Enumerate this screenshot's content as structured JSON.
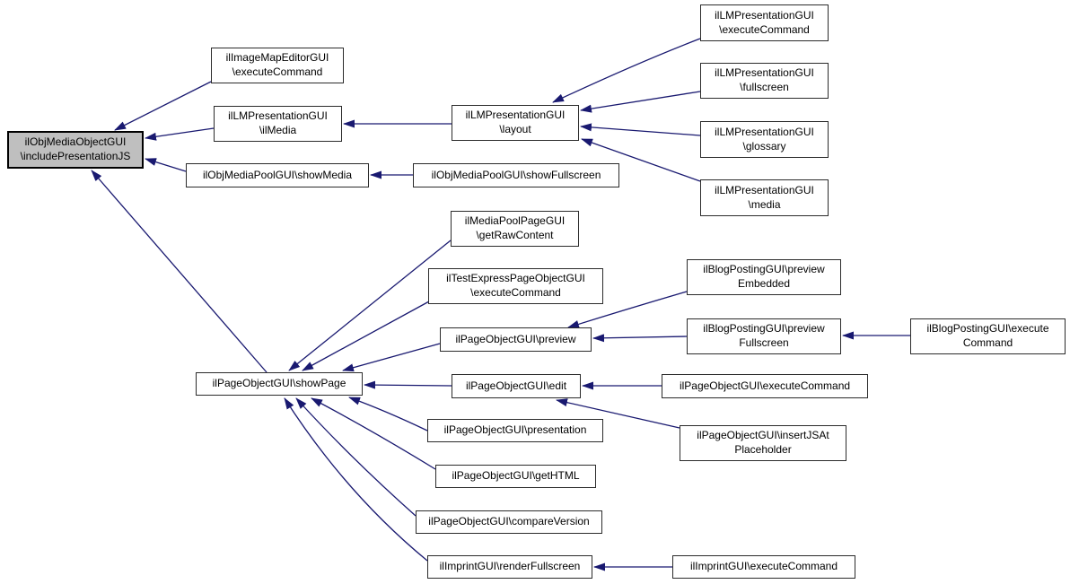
{
  "diagram": {
    "type": "caller-graph",
    "colors": {
      "edge": "#191970",
      "node_fill": "#ffffff",
      "node_border": "#2b2b2b",
      "highlight_fill": "#bfbfbf",
      "highlight_border": "#000000",
      "text": "#000000",
      "background": "#ffffff"
    },
    "nodes": [
      {
        "id": "ilObjMediaObjectGUI::includePresentationJS",
        "lines": [
          "ilObjMediaObjectGUI",
          "\\includePresentationJS"
        ],
        "highlighted": true
      },
      {
        "id": "ilImageMapEditorGUI::executeCommand",
        "lines": [
          "ilImageMapEditorGUI",
          "\\executeCommand"
        ],
        "highlighted": false
      },
      {
        "id": "ilLMPresentationGUI::ilMedia",
        "lines": [
          "ilLMPresentationGUI",
          "\\ilMedia"
        ],
        "highlighted": false
      },
      {
        "id": "ilLMPresentationGUI::layout",
        "lines": [
          "ilLMPresentationGUI",
          "\\layout"
        ],
        "highlighted": false
      },
      {
        "id": "ilLMPresentationGUI::executeCommand",
        "lines": [
          "ilLMPresentationGUI",
          "\\executeCommand"
        ],
        "highlighted": false
      },
      {
        "id": "ilLMPresentationGUI::fullscreen",
        "lines": [
          "ilLMPresentationGUI",
          "\\fullscreen"
        ],
        "highlighted": false
      },
      {
        "id": "ilLMPresentationGUI::glossary",
        "lines": [
          "ilLMPresentationGUI",
          "\\glossary"
        ],
        "highlighted": false
      },
      {
        "id": "ilLMPresentationGUI::media",
        "lines": [
          "ilLMPresentationGUI",
          "\\media"
        ],
        "highlighted": false
      },
      {
        "id": "ilObjMediaPoolGUI::showMedia",
        "lines": [
          "ilObjMediaPoolGUI\\showMedia"
        ],
        "highlighted": false
      },
      {
        "id": "ilObjMediaPoolGUI::showFullscreen",
        "lines": [
          "ilObjMediaPoolGUI\\showFullscreen"
        ],
        "highlighted": false
      },
      {
        "id": "ilMediaPoolPageGUI::getRawContent",
        "lines": [
          "ilMediaPoolPageGUI",
          "\\getRawContent"
        ],
        "highlighted": false
      },
      {
        "id": "ilTestExpressPageObjectGUI::executeCommand",
        "lines": [
          "ilTestExpressPageObjectGUI",
          "\\executeCommand"
        ],
        "highlighted": false
      },
      {
        "id": "ilPageObjectGUI::preview",
        "lines": [
          "ilPageObjectGUI\\preview"
        ],
        "highlighted": false
      },
      {
        "id": "ilBlogPostingGUI::previewEmbedded",
        "lines": [
          "ilBlogPostingGUI\\preview",
          "Embedded"
        ],
        "highlighted": false
      },
      {
        "id": "ilBlogPostingGUI::previewFullscreen",
        "lines": [
          "ilBlogPostingGUI\\preview",
          "Fullscreen"
        ],
        "highlighted": false
      },
      {
        "id": "ilBlogPostingGUI::executeCommand",
        "lines": [
          "ilBlogPostingGUI\\execute",
          "Command"
        ],
        "highlighted": false
      },
      {
        "id": "ilPageObjectGUI::edit",
        "lines": [
          "ilPageObjectGUI\\edit"
        ],
        "highlighted": false
      },
      {
        "id": "ilPageObjectGUI::executeCommand",
        "lines": [
          "ilPageObjectGUI\\executeCommand"
        ],
        "highlighted": false
      },
      {
        "id": "ilPageObjectGUI::insertJSAtPlaceholder",
        "lines": [
          "ilPageObjectGUI\\insertJSAt",
          "Placeholder"
        ],
        "highlighted": false
      },
      {
        "id": "ilPageObjectGUI::presentation",
        "lines": [
          "ilPageObjectGUI\\presentation"
        ],
        "highlighted": false
      },
      {
        "id": "ilPageObjectGUI::getHTML",
        "lines": [
          "ilPageObjectGUI\\getHTML"
        ],
        "highlighted": false
      },
      {
        "id": "ilPageObjectGUI::compareVersion",
        "lines": [
          "ilPageObjectGUI\\compareVersion"
        ],
        "highlighted": false
      },
      {
        "id": "ilImprintGUI::renderFullscreen",
        "lines": [
          "ilImprintGUI\\renderFullscreen"
        ],
        "highlighted": false
      },
      {
        "id": "ilImprintGUI::executeCommand",
        "lines": [
          "ilImprintGUI\\executeCommand"
        ],
        "highlighted": false
      },
      {
        "id": "ilPageObjectGUI::showPage",
        "lines": [
          "ilPageObjectGUI\\showPage"
        ],
        "highlighted": false
      }
    ],
    "edges": [
      {
        "from": "ilImageMapEditorGUI::executeCommand",
        "to": "ilObjMediaObjectGUI::includePresentationJS"
      },
      {
        "from": "ilLMPresentationGUI::ilMedia",
        "to": "ilObjMediaObjectGUI::includePresentationJS"
      },
      {
        "from": "ilObjMediaPoolGUI::showMedia",
        "to": "ilObjMediaObjectGUI::includePresentationJS"
      },
      {
        "from": "ilPageObjectGUI::showPage",
        "to": "ilObjMediaObjectGUI::includePresentationJS"
      },
      {
        "from": "ilLMPresentationGUI::layout",
        "to": "ilLMPresentationGUI::ilMedia"
      },
      {
        "from": "ilLMPresentationGUI::executeCommand",
        "to": "ilLMPresentationGUI::layout"
      },
      {
        "from": "ilLMPresentationGUI::fullscreen",
        "to": "ilLMPresentationGUI::layout"
      },
      {
        "from": "ilLMPresentationGUI::glossary",
        "to": "ilLMPresentationGUI::layout"
      },
      {
        "from": "ilLMPresentationGUI::media",
        "to": "ilLMPresentationGUI::layout"
      },
      {
        "from": "ilObjMediaPoolGUI::showFullscreen",
        "to": "ilObjMediaPoolGUI::showMedia"
      },
      {
        "from": "ilMediaPoolPageGUI::getRawContent",
        "to": "ilPageObjectGUI::showPage"
      },
      {
        "from": "ilTestExpressPageObjectGUI::executeCommand",
        "to": "ilPageObjectGUI::showPage"
      },
      {
        "from": "ilPageObjectGUI::preview",
        "to": "ilPageObjectGUI::showPage"
      },
      {
        "from": "ilPageObjectGUI::edit",
        "to": "ilPageObjectGUI::showPage"
      },
      {
        "from": "ilPageObjectGUI::presentation",
        "to": "ilPageObjectGUI::showPage"
      },
      {
        "from": "ilPageObjectGUI::getHTML",
        "to": "ilPageObjectGUI::showPage"
      },
      {
        "from": "ilPageObjectGUI::compareVersion",
        "to": "ilPageObjectGUI::showPage"
      },
      {
        "from": "ilImprintGUI::renderFullscreen",
        "to": "ilPageObjectGUI::showPage"
      },
      {
        "from": "ilBlogPostingGUI::previewEmbedded",
        "to": "ilPageObjectGUI::preview"
      },
      {
        "from": "ilBlogPostingGUI::previewFullscreen",
        "to": "ilPageObjectGUI::preview"
      },
      {
        "from": "ilBlogPostingGUI::executeCommand",
        "to": "ilBlogPostingGUI::previewFullscreen"
      },
      {
        "from": "ilPageObjectGUI::executeCommand",
        "to": "ilPageObjectGUI::edit"
      },
      {
        "from": "ilPageObjectGUI::insertJSAtPlaceholder",
        "to": "ilPageObjectGUI::edit"
      },
      {
        "from": "ilImprintGUI::executeCommand",
        "to": "ilImprintGUI::renderFullscreen"
      }
    ]
  }
}
